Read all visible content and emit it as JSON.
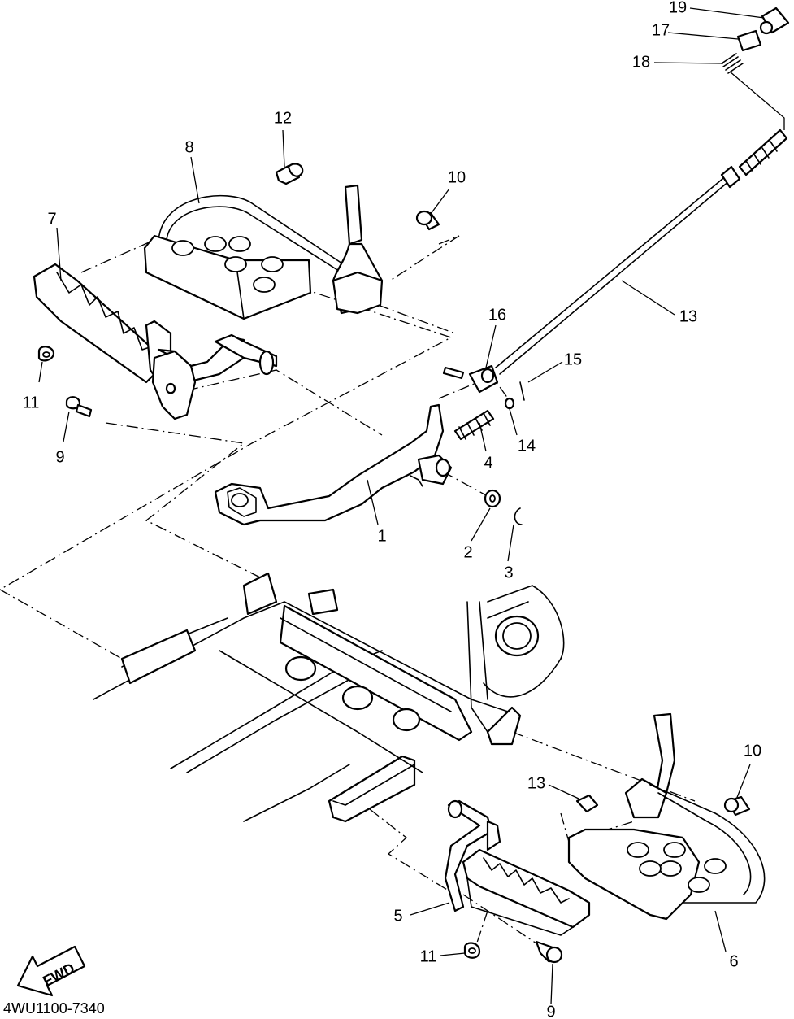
{
  "diagram_code": "4WU1100-7340",
  "fwd_label": "FWD",
  "callouts": [
    {
      "id": "c1",
      "label": "1"
    },
    {
      "id": "c2",
      "label": "2"
    },
    {
      "id": "c3",
      "label": "3"
    },
    {
      "id": "c4",
      "label": "4"
    },
    {
      "id": "c5",
      "label": "5"
    },
    {
      "id": "c6",
      "label": "6"
    },
    {
      "id": "c7",
      "label": "7"
    },
    {
      "id": "c8",
      "label": "8"
    },
    {
      "id": "c9a",
      "label": "9"
    },
    {
      "id": "c9b",
      "label": "9"
    },
    {
      "id": "c10a",
      "label": "10"
    },
    {
      "id": "c10b",
      "label": "10"
    },
    {
      "id": "c11a",
      "label": "11"
    },
    {
      "id": "c11b",
      "label": "11"
    },
    {
      "id": "c12a",
      "label": "12"
    },
    {
      "id": "c12b",
      "label": "12"
    },
    {
      "id": "c13",
      "label": "13"
    },
    {
      "id": "c14",
      "label": "14"
    },
    {
      "id": "c15",
      "label": "15"
    },
    {
      "id": "c16",
      "label": "16"
    },
    {
      "id": "c17",
      "label": "17"
    },
    {
      "id": "c18",
      "label": "18"
    },
    {
      "id": "c19",
      "label": "19"
    }
  ]
}
